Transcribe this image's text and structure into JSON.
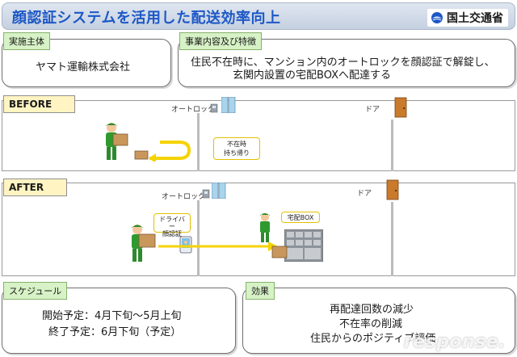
{
  "header": {
    "title": "顔認証システムを活用した配送効率向上",
    "ministry": "国土交通省"
  },
  "implementer": {
    "label": "実施主体",
    "value": "ヤマト運輸株式会社"
  },
  "project": {
    "label": "事業内容及び特徴",
    "line1": "住民不在時に、マンション内のオートロックを顔認証で解錠し、",
    "line2": "玄関内設置の宅配BOXへ配達する"
  },
  "before": {
    "label": "BEFORE",
    "autolock": "オートロック",
    "door": "ドア",
    "note_line1": "不在時",
    "note_line2": "持ち帰り"
  },
  "after": {
    "label": "AFTER",
    "autolock": "オートロック",
    "door": "ドア",
    "note_line1": "ドライバー",
    "note_line2": "顔認証",
    "delivery_box": "宅配BOX"
  },
  "schedule": {
    "label": "スケジュール",
    "start": "開始予定：4月下旬～5月上旬",
    "end": "終了予定：6月下旬（予定）"
  },
  "effects": {
    "label": "効果",
    "line1": "再配達回数の減少",
    "line2": "不在率の削減",
    "line3": "住民からのポジティブ評価"
  },
  "watermark": "response.",
  "colors": {
    "title_blue": "#1d58c7",
    "label_green": "#d7f2c6",
    "panel_yellow": "#fff4c2",
    "arrow_yellow": "#f5d300",
    "door_brown": "#c97a2b"
  }
}
